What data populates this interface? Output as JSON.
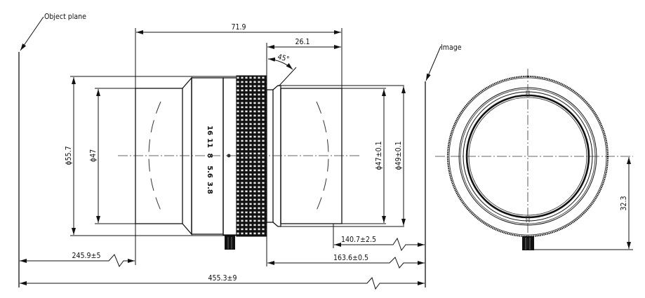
{
  "labels": {
    "object_plane": "Object plane",
    "image": "Image"
  },
  "dimensions": {
    "overall_length": "71.9",
    "rear_length": "26.1",
    "chamfer_angle": "45°",
    "outer_diameter": "ϕ55.7",
    "front_diameter": "ϕ47",
    "rear_diameter_inner": "ϕ47±0.1",
    "rear_diameter_outer": "ϕ49±0.1",
    "object_to_front": "245.9±5",
    "flange_to_image": "140.7±2.5",
    "knurl_to_image": "163.6±0.5",
    "object_to_image": "455.3±9",
    "axis_to_pin": "32.3"
  },
  "aperture_scale": [
    "16",
    "11",
    "8",
    "5.6",
    "3.8"
  ]
}
